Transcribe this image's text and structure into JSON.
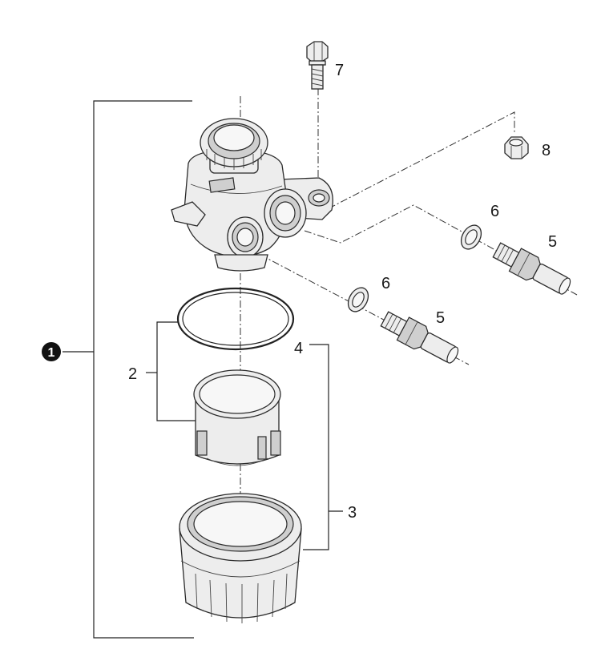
{
  "callouts": {
    "assembly": "1",
    "o_ring": "2",
    "strainer_group": "4",
    "bowl": "3",
    "fitting_lower": "5",
    "fitting_upper": "5",
    "washer_lower": "6",
    "washer_upper": "6",
    "bolt": "7",
    "nut": "8"
  }
}
